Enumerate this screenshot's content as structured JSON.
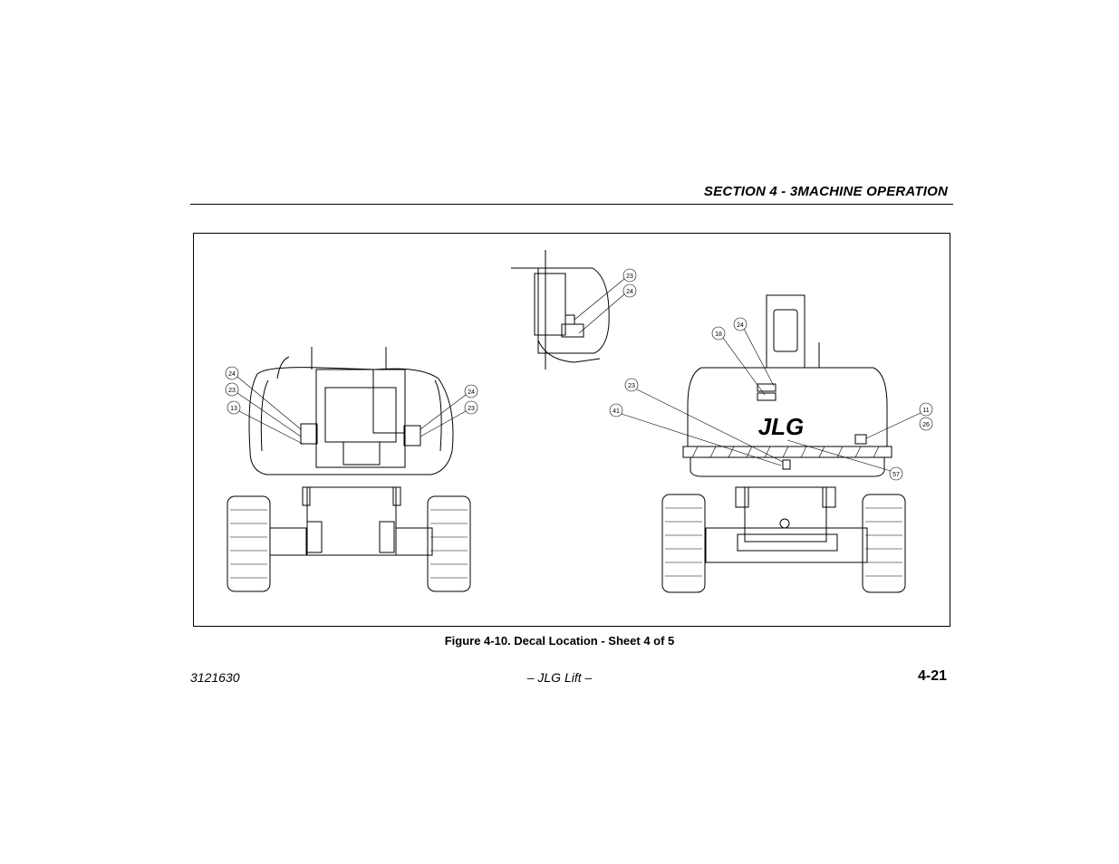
{
  "header": {
    "section_title": "SECTION 4 - 3MACHINE OPERATION"
  },
  "figure": {
    "caption": "Figure 4-10. Decal Location - Sheet 4 of 5",
    "callouts_left": [
      "24",
      "23",
      "13",
      "24",
      "23"
    ],
    "callouts_top": [
      "23",
      "24"
    ],
    "callouts_right": [
      "18",
      "24",
      "23",
      "41",
      "11",
      "26",
      "57"
    ],
    "logo_text": "JLG"
  },
  "footer": {
    "doc_number": "3121630",
    "center_text": "– JLG Lift –",
    "page_number": "4-21"
  }
}
